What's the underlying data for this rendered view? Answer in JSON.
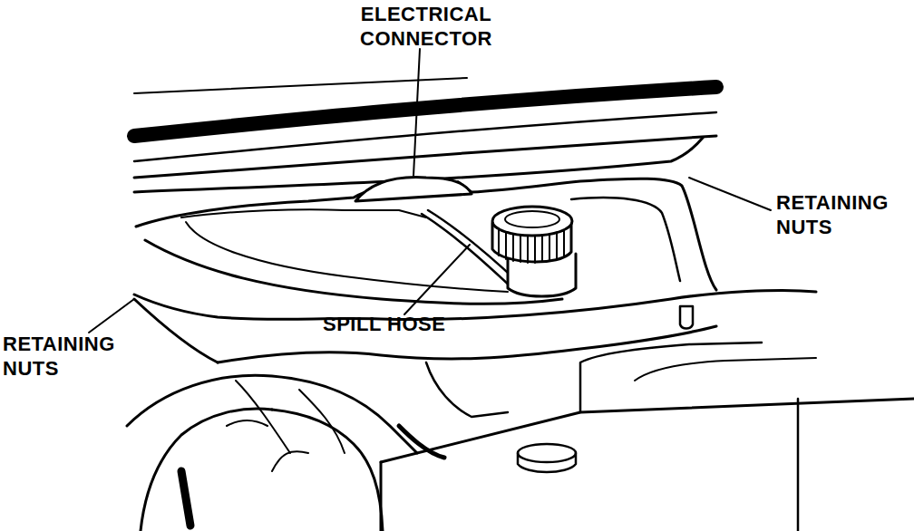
{
  "diagram": {
    "labels": [
      "ELECTRICAL CONNECTOR",
      "RETAINING NUTS",
      "RETAINING NUTS",
      "SPILL HOSE"
    ]
  }
}
